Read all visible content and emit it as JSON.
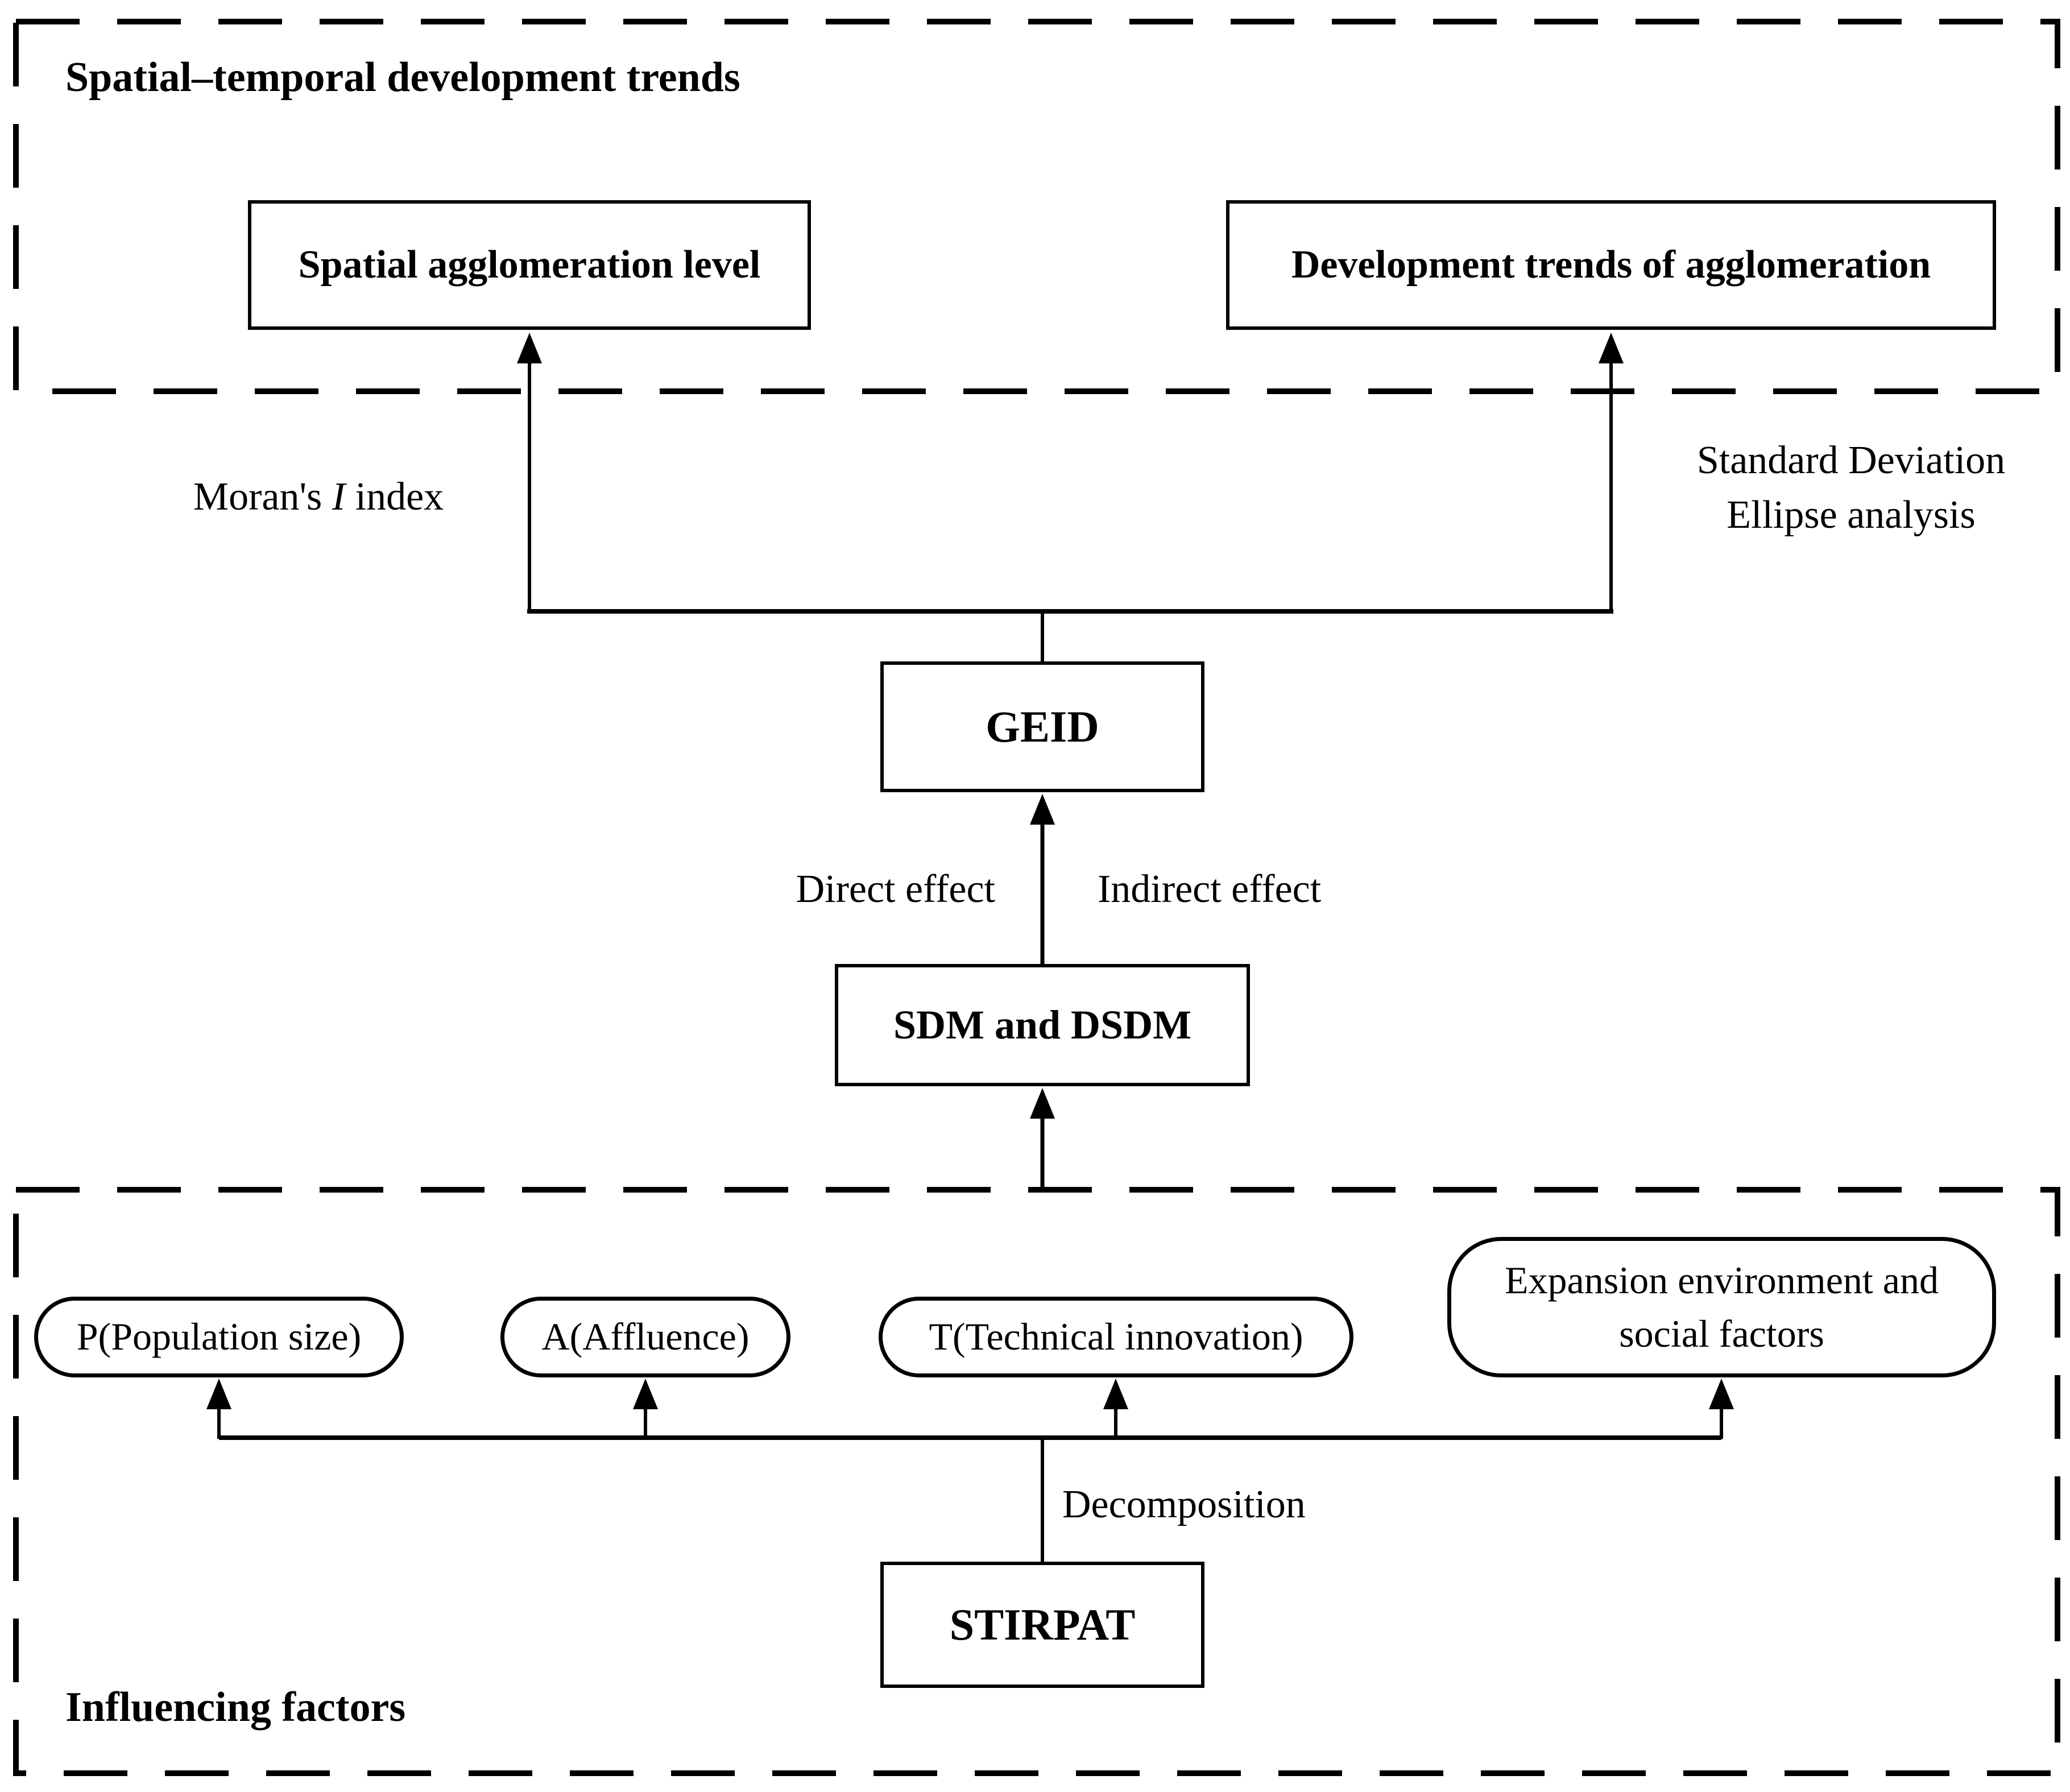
{
  "sections": {
    "top": {
      "title": "Spatial–temporal development trends"
    },
    "bottom": {
      "title": "Influencing factors"
    }
  },
  "boxes": {
    "spatial_agglomeration": {
      "label": "Spatial agglomeration level"
    },
    "development_trends": {
      "label": "Development trends of agglomeration"
    },
    "geid": {
      "label": "GEID"
    },
    "sdm_dsdm": {
      "label": "SDM and DSDM"
    },
    "stirpat": {
      "label": "STIRPAT"
    }
  },
  "pills": {
    "population": {
      "label": "P(Population size)"
    },
    "affluence": {
      "label": "A(Affluence)"
    },
    "technical": {
      "label": "T(Technical innovation)"
    },
    "expansion": {
      "line1": "Expansion environment and",
      "line2": "social factors"
    }
  },
  "edge_labels": {
    "moran_prefix": "Moran's ",
    "moran_italic": "I",
    "moran_suffix": " index",
    "sde_line1": "Standard Deviation",
    "sde_line2": "Ellipse analysis",
    "direct": "Direct effect",
    "indirect": "Indirect effect",
    "decomposition": "Decomposition"
  },
  "colors": {
    "line": "#000000",
    "background": "#ffffff"
  }
}
